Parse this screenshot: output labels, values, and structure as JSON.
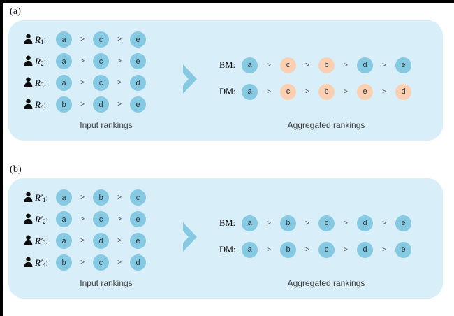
{
  "figure": {
    "panels": [
      {
        "tag": "(a)",
        "input_caption": "Input rankings",
        "aggregated_caption": "Aggregated rankings",
        "arrow_icon": "chevron-right-icon",
        "person_icon": "person-icon",
        "separator": ">",
        "input_rankings": [
          {
            "name": "R",
            "subscript": "1",
            "prime": "",
            "items": [
              {
                "label": "a",
                "color": "blue"
              },
              {
                "label": "c",
                "color": "blue"
              },
              {
                "label": "e",
                "color": "blue"
              }
            ]
          },
          {
            "name": "R",
            "subscript": "2",
            "prime": "",
            "items": [
              {
                "label": "a",
                "color": "blue"
              },
              {
                "label": "c",
                "color": "blue"
              },
              {
                "label": "e",
                "color": "blue"
              }
            ]
          },
          {
            "name": "R",
            "subscript": "3",
            "prime": "",
            "items": [
              {
                "label": "a",
                "color": "blue"
              },
              {
                "label": "c",
                "color": "blue"
              },
              {
                "label": "d",
                "color": "blue"
              }
            ]
          },
          {
            "name": "R",
            "subscript": "4",
            "prime": "",
            "items": [
              {
                "label": "b",
                "color": "blue"
              },
              {
                "label": "d",
                "color": "blue"
              },
              {
                "label": "e",
                "color": "blue"
              }
            ]
          }
        ],
        "aggregated_rankings": [
          {
            "method": "BM:",
            "items": [
              {
                "label": "a",
                "color": "blue"
              },
              {
                "label": "c",
                "color": "orange"
              },
              {
                "label": "b",
                "color": "orange"
              },
              {
                "label": "d",
                "color": "blue"
              },
              {
                "label": "e",
                "color": "blue"
              }
            ]
          },
          {
            "method": "DM:",
            "items": [
              {
                "label": "a",
                "color": "blue"
              },
              {
                "label": "c",
                "color": "orange"
              },
              {
                "label": "b",
                "color": "orange"
              },
              {
                "label": "e",
                "color": "orange"
              },
              {
                "label": "d",
                "color": "orange"
              }
            ]
          }
        ]
      },
      {
        "tag": "(b)",
        "input_caption": "Input rankings",
        "aggregated_caption": "Aggregated rankings",
        "arrow_icon": "chevron-right-icon",
        "person_icon": "person-icon",
        "separator": ">",
        "input_rankings": [
          {
            "name": "R",
            "subscript": "1",
            "prime": "′",
            "items": [
              {
                "label": "a",
                "color": "blue"
              },
              {
                "label": "b",
                "color": "blue"
              },
              {
                "label": "c",
                "color": "blue"
              }
            ]
          },
          {
            "name": "R",
            "subscript": "2",
            "prime": "′",
            "items": [
              {
                "label": "a",
                "color": "blue"
              },
              {
                "label": "c",
                "color": "blue"
              },
              {
                "label": "e",
                "color": "blue"
              }
            ]
          },
          {
            "name": "R",
            "subscript": "3",
            "prime": "′",
            "items": [
              {
                "label": "a",
                "color": "blue"
              },
              {
                "label": "d",
                "color": "blue"
              },
              {
                "label": "e",
                "color": "blue"
              }
            ]
          },
          {
            "name": "R",
            "subscript": "4",
            "prime": "′",
            "items": [
              {
                "label": "b",
                "color": "blue"
              },
              {
                "label": "c",
                "color": "blue"
              },
              {
                "label": "d",
                "color": "blue"
              }
            ]
          }
        ],
        "aggregated_rankings": [
          {
            "method": "BM:",
            "items": [
              {
                "label": "a",
                "color": "blue"
              },
              {
                "label": "b",
                "color": "blue"
              },
              {
                "label": "c",
                "color": "blue"
              },
              {
                "label": "d",
                "color": "blue"
              },
              {
                "label": "e",
                "color": "blue"
              }
            ]
          },
          {
            "method": "DM:",
            "items": [
              {
                "label": "a",
                "color": "blue"
              },
              {
                "label": "b",
                "color": "blue"
              },
              {
                "label": "c",
                "color": "blue"
              },
              {
                "label": "d",
                "color": "blue"
              },
              {
                "label": "e",
                "color": "blue"
              }
            ]
          }
        ]
      }
    ],
    "colors": {
      "panel_background": "#d8eef8",
      "bubble_blue": "#86c9e3",
      "bubble_orange": "#fbd0b2",
      "chevron": "#86c9e3",
      "caption_text": "#3c3c3c",
      "page_background": "#ffffff",
      "edge_band": "#000000"
    }
  }
}
